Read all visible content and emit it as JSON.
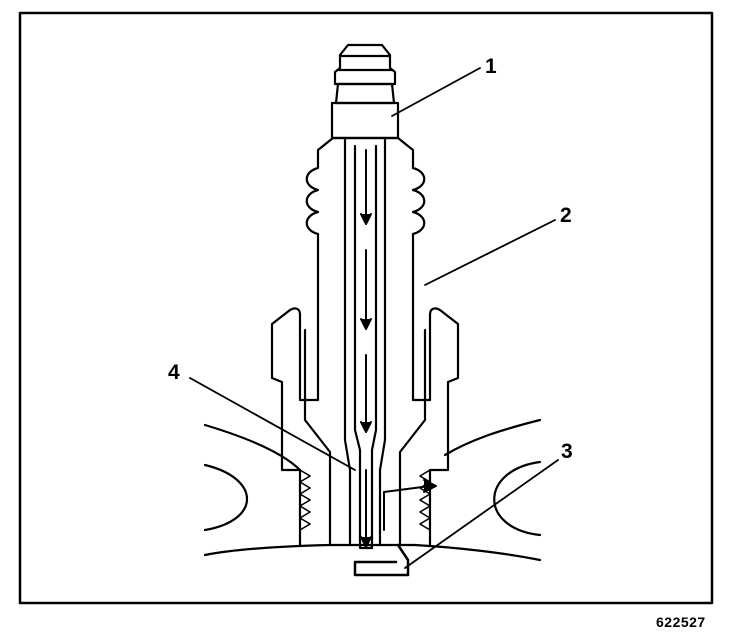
{
  "callouts": {
    "c1": "1",
    "c2": "2",
    "c3": "3",
    "c4": "4"
  },
  "figure_id": "622527",
  "colors": {
    "line": "#000000",
    "background": "#ffffff"
  }
}
